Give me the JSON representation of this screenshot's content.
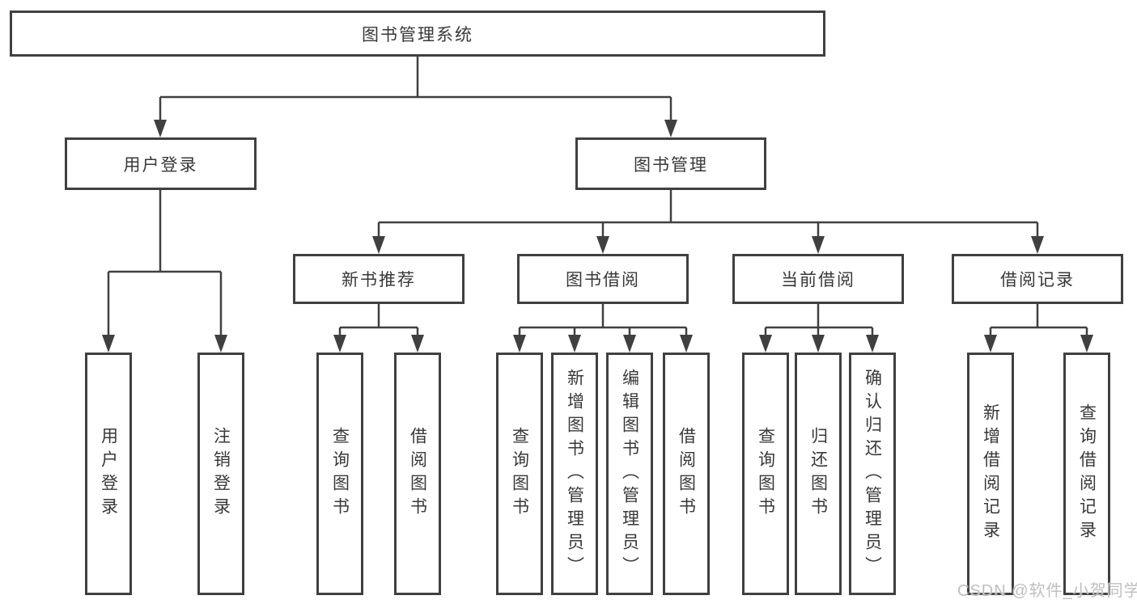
{
  "diagram": {
    "title": "图书管理系统",
    "root": {
      "label": "图书管理系统"
    },
    "level2": [
      {
        "label": "用户登录"
      },
      {
        "label": "图书管理"
      }
    ],
    "level3": [
      {
        "label": "新书推荐"
      },
      {
        "label": "图书借阅"
      },
      {
        "label": "当前借阅"
      },
      {
        "label": "借阅记录"
      }
    ],
    "leaves": {
      "user_login": [
        "用户登录",
        "注销登录"
      ],
      "new_books": [
        "查询图书",
        "借阅图书"
      ],
      "book_borrow": [
        "查询图书",
        "新增图书（管理员）",
        "编辑图书（管理员）",
        "借阅图书"
      ],
      "current_borrow": [
        "查询图书",
        "归还图书",
        "确认归还（管理员）"
      ],
      "borrow_records": [
        "新增借阅记录",
        "查询借阅记录"
      ]
    }
  },
  "watermark": {
    "text": "CSDN @软件_小贺同学"
  },
  "colors": {
    "line": "#404040",
    "text": "#383838",
    "background": "#ffffff",
    "watermark": "#bfbfbf"
  }
}
